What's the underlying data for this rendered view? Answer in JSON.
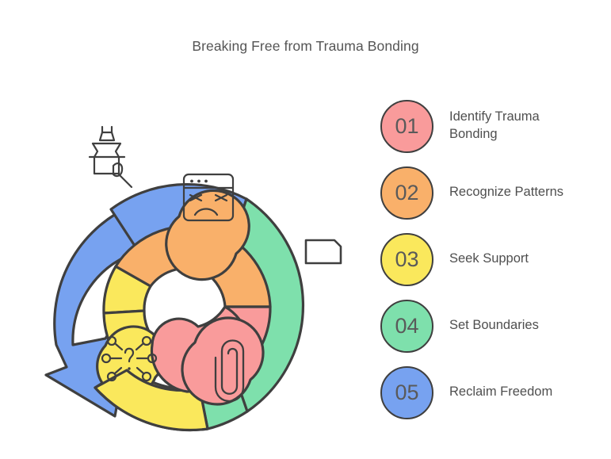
{
  "title": "Breaking Free from Trauma Bonding",
  "background_color": "#ffffff",
  "stroke_color": "#3f3f3f",
  "palette": {
    "step1_pink": "#F99B9B",
    "step2_orange": "#F9B06A",
    "step3_yellow": "#FAE85C",
    "step4_green": "#7EE0AC",
    "step5_blue": "#77A2F0"
  },
  "legend": {
    "items": [
      {
        "number": "01",
        "label": "Identify Trauma Bonding",
        "color": "#F99B9B",
        "icon": "paperclip-icon"
      },
      {
        "number": "02",
        "label": "Recognize Patterns",
        "color": "#F9B06A",
        "icon": "angry-window-icon"
      },
      {
        "number": "03",
        "label": "Seek Support",
        "color": "#FAE85C",
        "icon": "question-network-icon"
      },
      {
        "number": "04",
        "label": "Set Boundaries",
        "color": "#7EE0AC",
        "icon": "rectangle-boundary-icon"
      },
      {
        "number": "05",
        "label": "Reclaim Freedom",
        "color": "#77A2F0",
        "icon": "broken-vase-repair-icon"
      }
    ]
  },
  "diagram": {
    "type": "spiral-arrow-process",
    "direction": "outward-counterclockwise-to-arrow",
    "arrow_tip": "bottom-left",
    "segments": [
      {
        "ring": "inner",
        "number": "01",
        "color": "#F99B9B",
        "icon": "paperclip-icon",
        "label": "Identify Trauma Bonding"
      },
      {
        "ring": "inner",
        "number": "02",
        "color": "#F9B06A",
        "icon": "angry-window-icon",
        "label": "Recognize Patterns"
      },
      {
        "ring": "inner",
        "number": "03",
        "color": "#FAE85C",
        "icon": "question-network-icon",
        "label": "Seek Support"
      },
      {
        "ring": "outer",
        "number": "04",
        "color": "#7EE0AC",
        "icon": "rectangle-boundary-icon",
        "label": "Set Boundaries"
      },
      {
        "ring": "outer",
        "number": "05",
        "color": "#77A2F0",
        "icon": "broken-vase-repair-icon",
        "label": "Reclaim Freedom"
      }
    ]
  }
}
